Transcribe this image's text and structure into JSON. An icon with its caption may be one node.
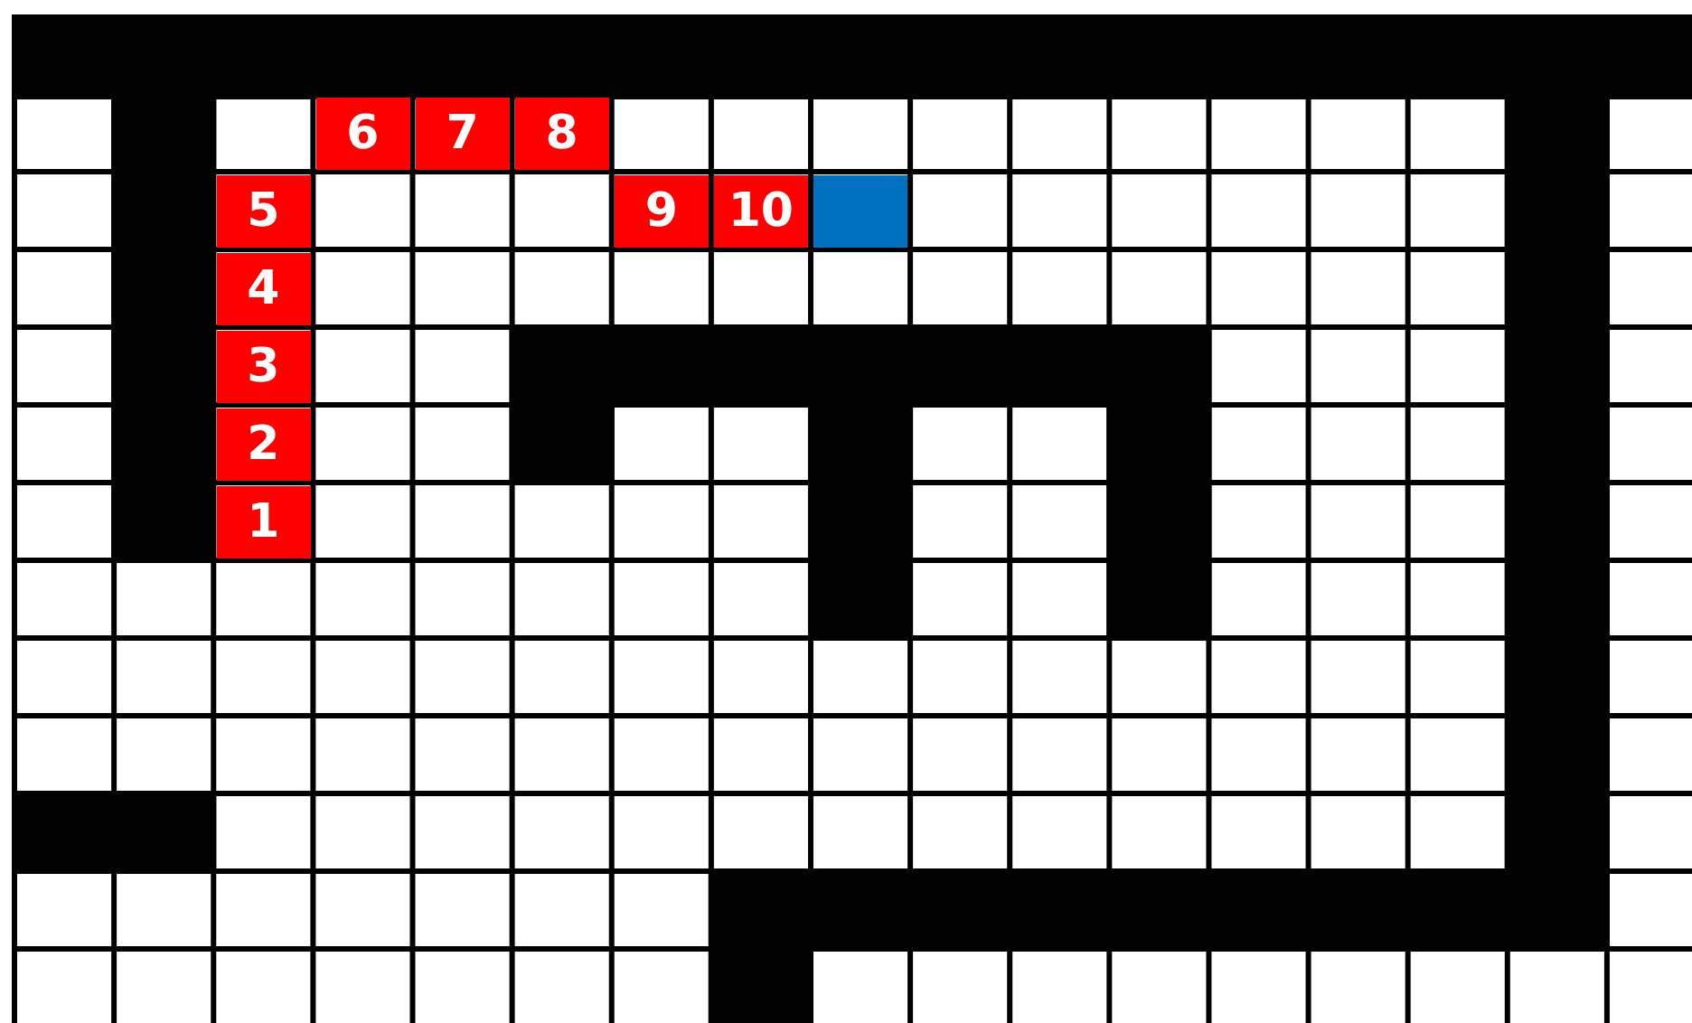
{
  "diagram": {
    "nodes": [
      {
        "text": [
          "6"
        ]
      },
      {
        "text": [
          "7"
        ]
      },
      {
        "text": [
          "8"
        ]
      },
      {
        "text": [
          "5"
        ]
      },
      {
        "text": [
          "9"
        ]
      },
      {
        "text": [
          "10"
        ]
      },
      {
        "text": [],
        "shape": "box"
      },
      {
        "text": [
          "4"
        ]
      },
      {
        "text": [
          "3"
        ]
      },
      {
        "text": [
          "2"
        ]
      },
      {
        "text": [
          "1"
        ]
      }
    ]
  }
}
